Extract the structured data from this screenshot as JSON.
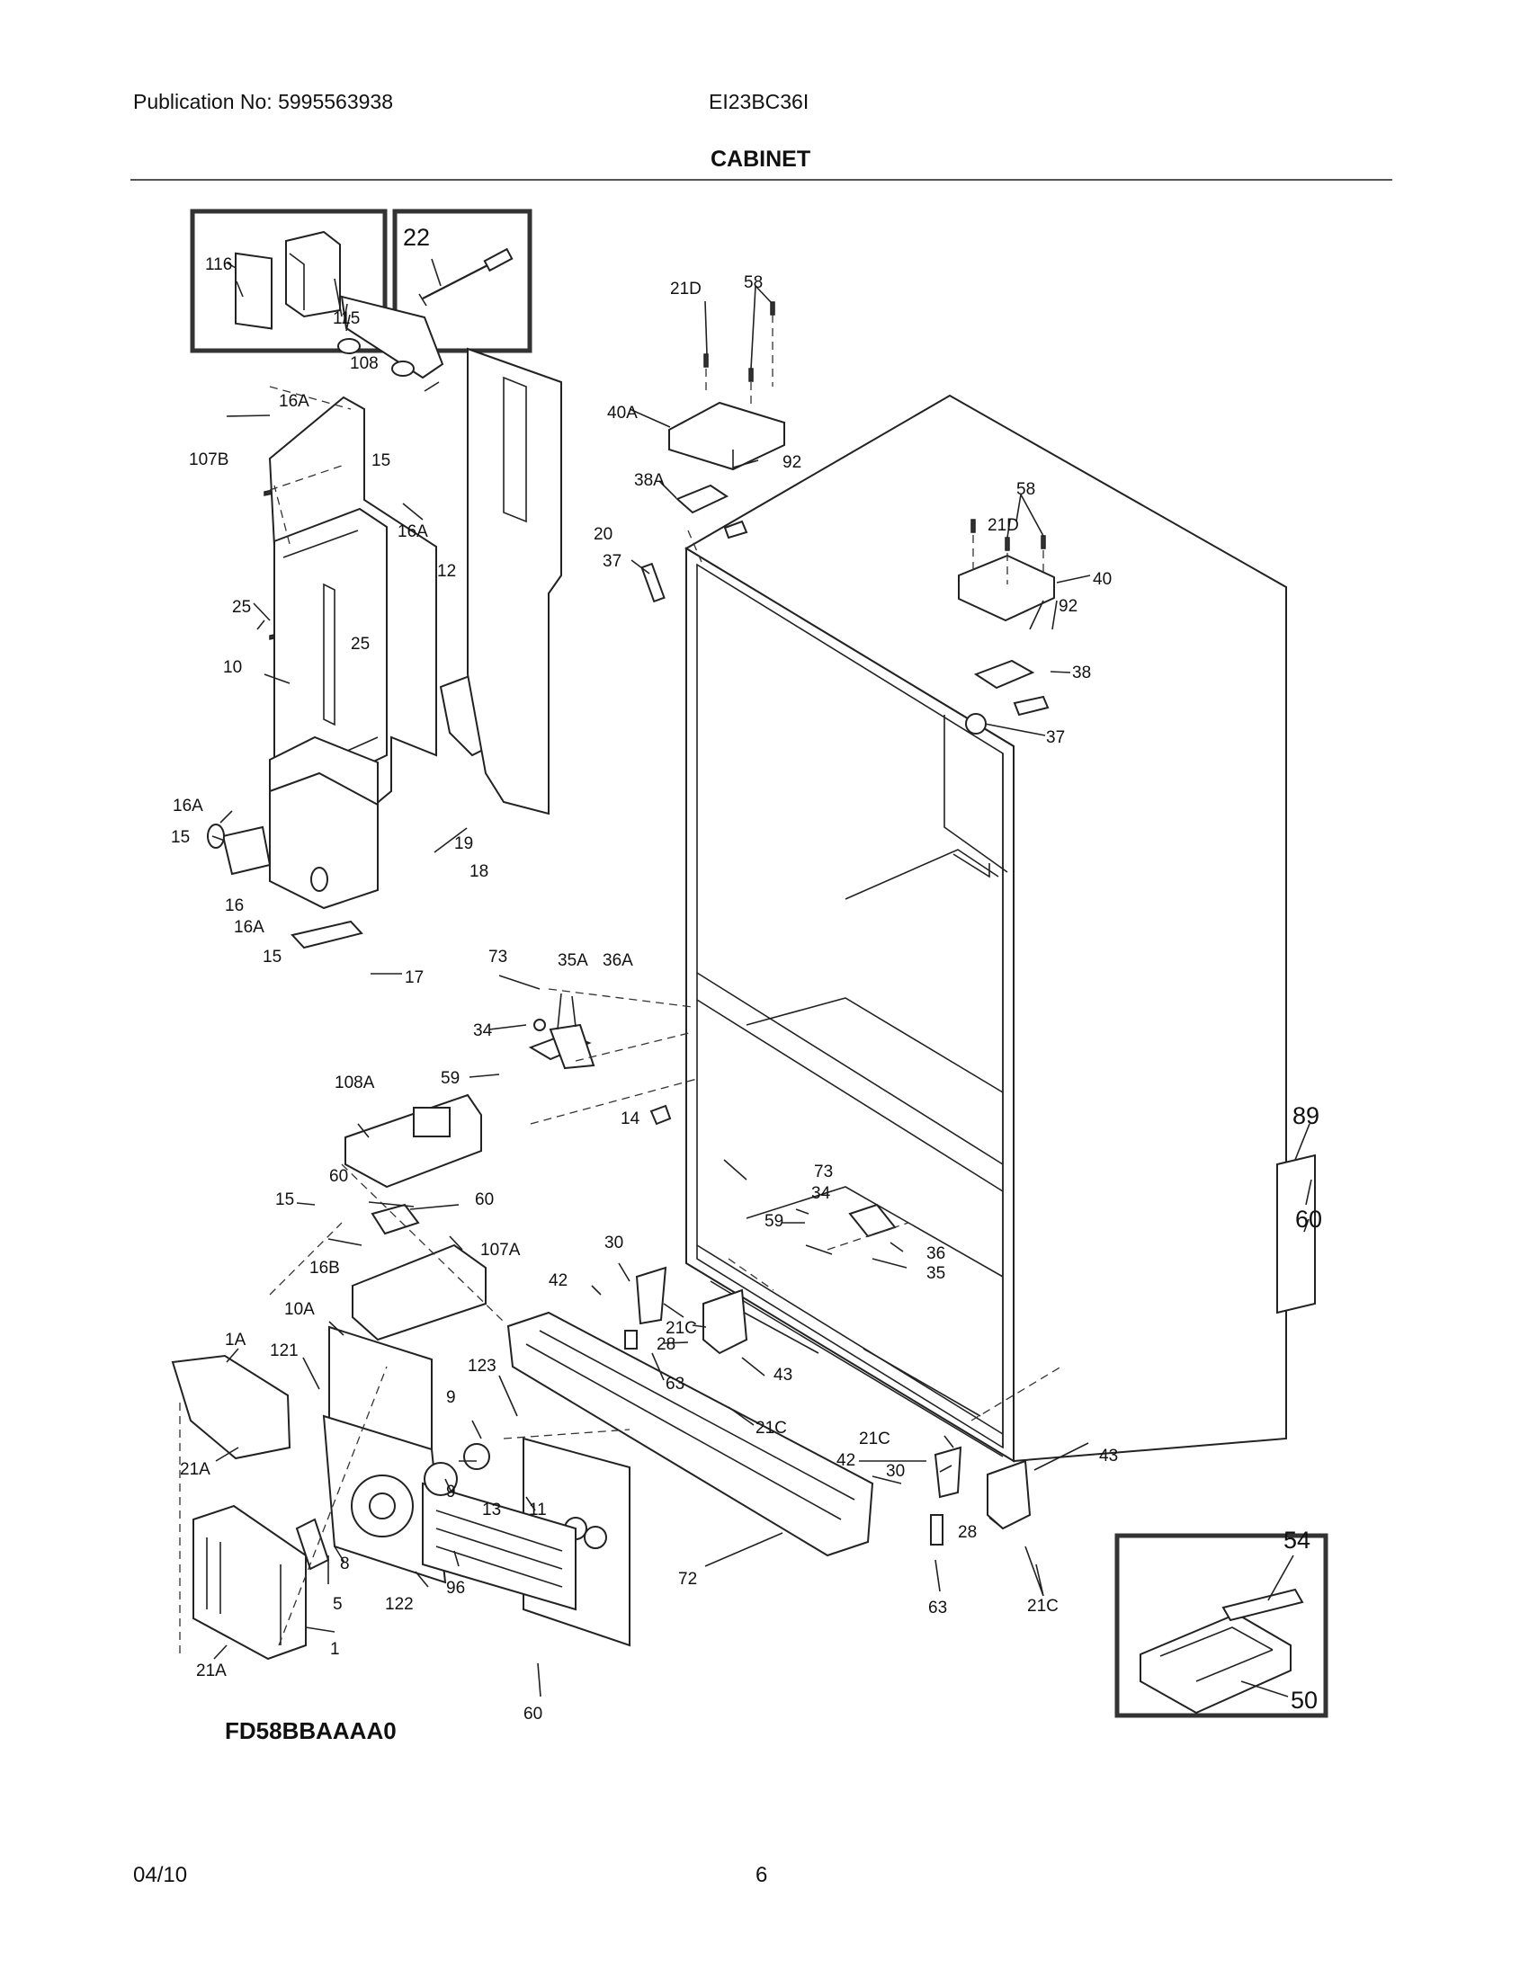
{
  "header": {
    "publication": "Publication No: 5995563938",
    "model": "EI23BC36I",
    "section_title": "CABINET"
  },
  "diagram": {
    "model_code": "FD58BBAAAA0",
    "callouts": {
      "c116": "116",
      "c115": "115",
      "c22": "22",
      "c108": "108",
      "c16A_1": "16A",
      "c107B": "107B",
      "c15_1": "15",
      "c16A_2": "16A",
      "c12": "12",
      "c20": "20",
      "c25_1": "25",
      "c25_2": "25",
      "c10": "10",
      "c16A_3": "16A",
      "c15_2": "15",
      "c16": "16",
      "c16A_4": "16A",
      "c15_3": "15",
      "c17": "17",
      "c19": "19",
      "c18": "18",
      "c21D_1": "21D",
      "c58_1": "58",
      "c40A": "40A",
      "c38A": "38A",
      "c92_1": "92",
      "c37_1": "37",
      "c58_2": "58",
      "c21D_2": "21D",
      "c40": "40",
      "c92_2": "92",
      "c38": "38",
      "c37_2": "37",
      "c73_1": "73",
      "c35A": "35A",
      "c36A": "36A",
      "c34_1": "34",
      "c59_1": "59",
      "c108A": "108A",
      "c14": "14",
      "c60_1": "60",
      "c15_4": "15",
      "c60_2": "60",
      "c16B": "16B",
      "c107A": "107A",
      "c30_1": "30",
      "c42_1": "42",
      "c21C_1": "21C",
      "c28_1": "28",
      "c63_1": "63",
      "c43_1": "43",
      "c21C_2": "21C",
      "c73_2": "73",
      "c34_2": "34",
      "c59_2": "59",
      "c36": "36",
      "c35": "35",
      "c89": "89",
      "c60_3": "60",
      "c10A": "10A",
      "c1A": "1A",
      "c121": "121",
      "c123": "123",
      "c9_1": "9",
      "c9_2": "9",
      "c13": "13",
      "c11": "11",
      "c21A_1": "21A",
      "c8": "8",
      "c5": "5",
      "c122": "122",
      "c96": "96",
      "c1": "1",
      "c21A_2": "21A",
      "c60_4": "60",
      "c72": "72",
      "c21C_3": "21C",
      "c42_2": "42",
      "c30_2": "30",
      "c43_2": "43",
      "c28_2": "28",
      "c63_2": "63",
      "c21C_4": "21C",
      "c54": "54",
      "c50": "50"
    }
  },
  "footer": {
    "date": "04/10",
    "page": "6"
  }
}
